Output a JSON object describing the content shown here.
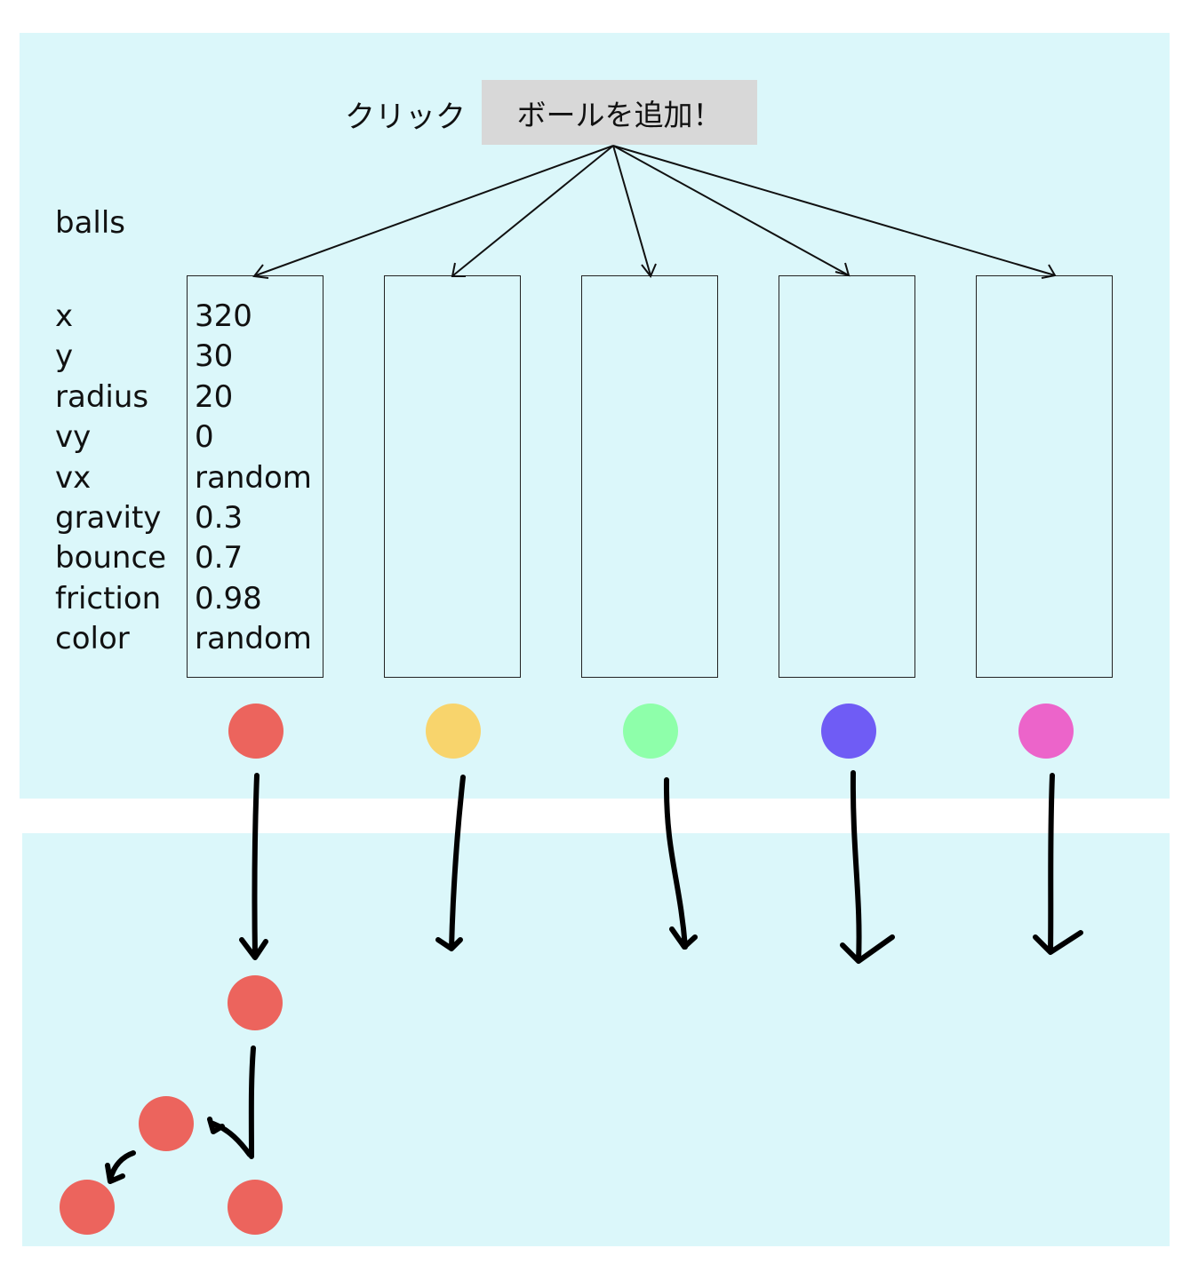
{
  "header": {
    "click_label": "クリック",
    "add_button_label": "ボールを追加！"
  },
  "array_label": "balls",
  "properties": [
    {
      "name": "x",
      "value": "320"
    },
    {
      "name": "y",
      "value": "30"
    },
    {
      "name": "radius",
      "value": "20"
    },
    {
      "name": "vy",
      "value": "0"
    },
    {
      "name": "vx",
      "value": "random"
    },
    {
      "name": "gravity",
      "value": "0.3"
    },
    {
      "name": "bounce",
      "value": "0.7"
    },
    {
      "name": "friction",
      "value": "0.98"
    },
    {
      "name": "color",
      "value": "random"
    }
  ],
  "ball_colors": [
    "#ec645d",
    "#f8d46c",
    "#8effaa",
    "#6f5cf5",
    "#ec64ca"
  ],
  "bounce_ball_color": "#ec645d",
  "panel_color": "#dbf7fa",
  "button_color": "#d8d8d8"
}
